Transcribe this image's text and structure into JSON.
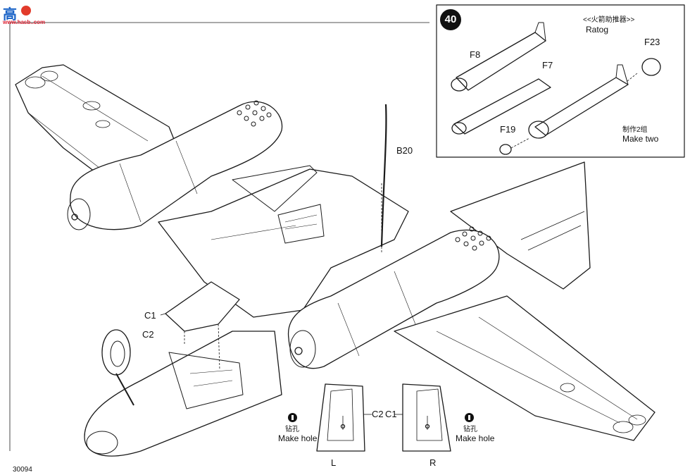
{
  "watermark": {
    "cn": "高",
    "url": "www.hasb..com"
  },
  "step": {
    "number": "40"
  },
  "ratog": {
    "title_cn": "<<火箭助推器>>",
    "title_en": "Ratog",
    "make_two_cn": "制作2组",
    "make_two_en": "Make two"
  },
  "parts": {
    "f8": "F8",
    "f7": "F7",
    "f23": "F23",
    "f19": "F19",
    "b20": "B20",
    "c1": "C1",
    "c2": "C2"
  },
  "detail": {
    "left": {
      "part": "C2",
      "side": "L",
      "hole_cn": "钻孔",
      "hole_en": "Make hole"
    },
    "right": {
      "part": "C1",
      "side": "R",
      "hole_cn": "钻孔",
      "hole_en": "Make hole"
    }
  },
  "footer": {
    "page": "30094"
  }
}
